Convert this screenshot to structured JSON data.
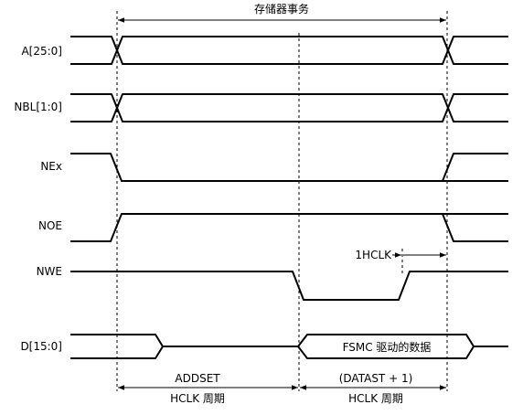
{
  "transaction_label": "存储器事务",
  "signals": [
    {
      "id": "addr",
      "label": "A[25:0]"
    },
    {
      "id": "nbl",
      "label": "NBL[1:0]"
    },
    {
      "id": "nex",
      "label": "NEx"
    },
    {
      "id": "noe",
      "label": "NOE"
    },
    {
      "id": "nwe",
      "label": "NWE"
    },
    {
      "id": "data",
      "label": "D[15:0]"
    }
  ],
  "data_label": "FSMC 驱动的数据",
  "hclk_label": "1HCLK",
  "addset": {
    "line1": "ADDSET",
    "line2": "HCLK 周期"
  },
  "datast": {
    "line1": "(DATAST + 1)",
    "line2": "HCLK 周期"
  }
}
